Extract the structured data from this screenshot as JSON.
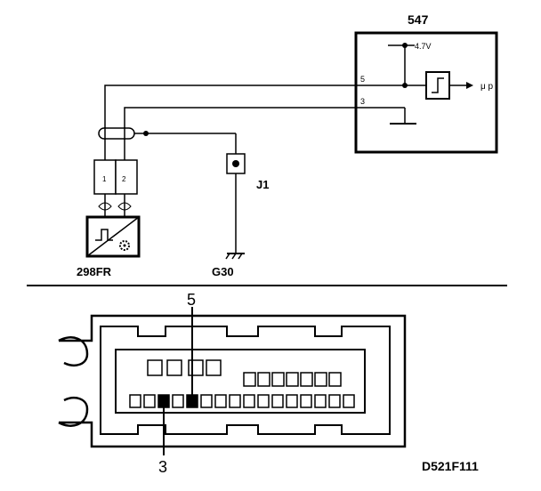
{
  "diagram": {
    "ecu_label": "547",
    "supply_voltage": "4.7V",
    "pin_upper": "5",
    "pin_lower": "3",
    "micro_label": "μ p",
    "connector_pin_1": "1",
    "connector_pin_2": "2",
    "splice_label": "J1",
    "sensor_label": "298FR",
    "ground_label": "G30",
    "callout_upper": "5",
    "callout_lower": "3",
    "figure_code": "D521F111"
  }
}
